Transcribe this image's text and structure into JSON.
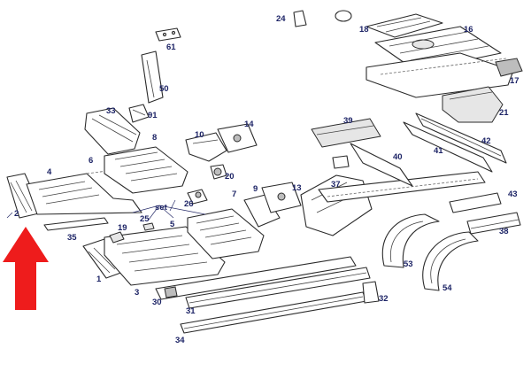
{
  "diagram": {
    "callouts": [
      {
        "id": "c1",
        "label": "1"
      },
      {
        "id": "c2",
        "label": "2"
      },
      {
        "id": "c3",
        "label": "3"
      },
      {
        "id": "c4",
        "label": "4"
      },
      {
        "id": "c5",
        "label": "5"
      },
      {
        "id": "c6",
        "label": "6"
      },
      {
        "id": "c7",
        "label": "7"
      },
      {
        "id": "c8",
        "label": "8"
      },
      {
        "id": "c9",
        "label": "9"
      },
      {
        "id": "c10",
        "label": "10"
      },
      {
        "id": "c13",
        "label": "13"
      },
      {
        "id": "c14",
        "label": "14"
      },
      {
        "id": "c16",
        "label": "16"
      },
      {
        "id": "c17",
        "label": "17"
      },
      {
        "id": "c18",
        "label": "18"
      },
      {
        "id": "c19",
        "label": "19"
      },
      {
        "id": "c20",
        "label": "20"
      },
      {
        "id": "c21",
        "label": "21"
      },
      {
        "id": "c24",
        "label": "24"
      },
      {
        "id": "c25",
        "label": "25"
      },
      {
        "id": "c26",
        "label": "26"
      },
      {
        "id": "c30",
        "label": "30"
      },
      {
        "id": "c31",
        "label": "31"
      },
      {
        "id": "c32",
        "label": "32"
      },
      {
        "id": "c33",
        "label": "33"
      },
      {
        "id": "c34",
        "label": "34"
      },
      {
        "id": "c35",
        "label": "35"
      },
      {
        "id": "c37",
        "label": "37"
      },
      {
        "id": "c38",
        "label": "38"
      },
      {
        "id": "c39",
        "label": "39"
      },
      {
        "id": "c40",
        "label": "40"
      },
      {
        "id": "c41",
        "label": "41"
      },
      {
        "id": "c42",
        "label": "42"
      },
      {
        "id": "c43",
        "label": "43"
      },
      {
        "id": "c50",
        "label": "50"
      },
      {
        "id": "c53",
        "label": "53"
      },
      {
        "id": "c54",
        "label": "54"
      },
      {
        "id": "c61",
        "label": "61"
      },
      {
        "id": "c91",
        "label": "91"
      },
      {
        "id": "cset",
        "label": "set"
      }
    ]
  },
  "colors": {
    "arrow": "#ee1c1c",
    "callout_text": "#1d2466"
  },
  "icons": {
    "pointer": "red-up-arrow-icon"
  }
}
